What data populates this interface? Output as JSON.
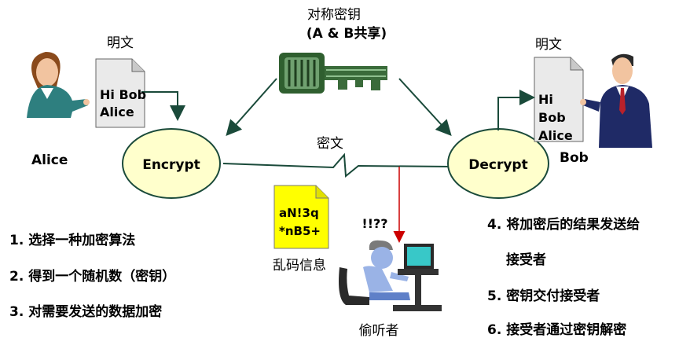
{
  "key": {
    "title": "对称密钥",
    "subtitle": "(A & B共享)"
  },
  "alice": {
    "doc_label": "明文",
    "doc_lines": [
      "Hi Bob",
      "Alice"
    ],
    "name": "Alice"
  },
  "bob": {
    "doc_label": "明文",
    "doc_lines": [
      "Hi",
      "Bob",
      "Alice"
    ],
    "name": "Bob"
  },
  "encrypt_label": "Encrypt",
  "decrypt_label": "Decrypt",
  "channel_label": "密文",
  "cipher": {
    "lines": [
      "aN!3q",
      "*nB5+"
    ],
    "label": "乱码信息"
  },
  "eavesdropper": {
    "exclaim": "!!??",
    "label": "偷听者"
  },
  "steps_left": [
    {
      "num": "1.",
      "text": "选择一种加密算法"
    },
    {
      "num": "2.",
      "text": "得到一个随机数（密钥）"
    },
    {
      "num": "3.",
      "text": "对需要发送的数据加密"
    }
  ],
  "steps_right": [
    {
      "num": "4.",
      "text": "将加密后的结果发送给"
    },
    {
      "num": "",
      "text": "接受者"
    },
    {
      "num": "5.",
      "text": "密钥交付接受者"
    },
    {
      "num": "6.",
      "text": "接受者通过密钥解密"
    }
  ],
  "colors": {
    "ellipse_fill": "#ffffcc",
    "doc_fill": "#eaeaea",
    "cipher_fill": "#ffff00",
    "key_green": "#3a6b3a",
    "wire": "#1a4a3a",
    "eaves_line": "#cc0000",
    "alice_top": "#2e7f7f",
    "bob_suit": "#1f2a66"
  }
}
